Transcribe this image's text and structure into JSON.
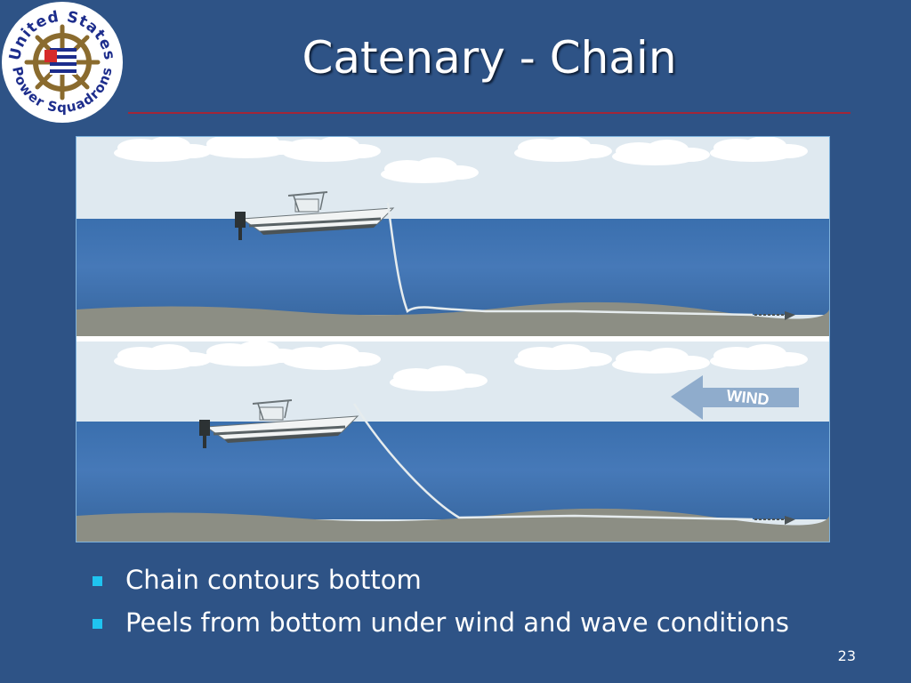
{
  "logo": {
    "arc_top": "United States",
    "arc_bottom": "Power Squadrons",
    "icon": "ships-wheel-flag-emblem",
    "colors": {
      "ring": "#ffffff",
      "wheel": "#8a6b2e",
      "flag_red": "#d62a2a",
      "flag_blue": "#1d2d8c"
    }
  },
  "slide": {
    "title": "Catenary - Chain",
    "bullets": [
      "Chain contours bottom",
      "Peels from bottom under wind and wave conditions"
    ],
    "page_number": "23"
  },
  "figure": {
    "wind_label": "WIND",
    "panels": [
      "calm-chain-on-bottom",
      "wind-chain-lifted"
    ],
    "colors": {
      "sky": "#dfe9f0",
      "water": "#3e74b4",
      "seabed": "#8c8e84",
      "accent_rule": "#a32638",
      "bullet": "#1fc4f0"
    }
  }
}
